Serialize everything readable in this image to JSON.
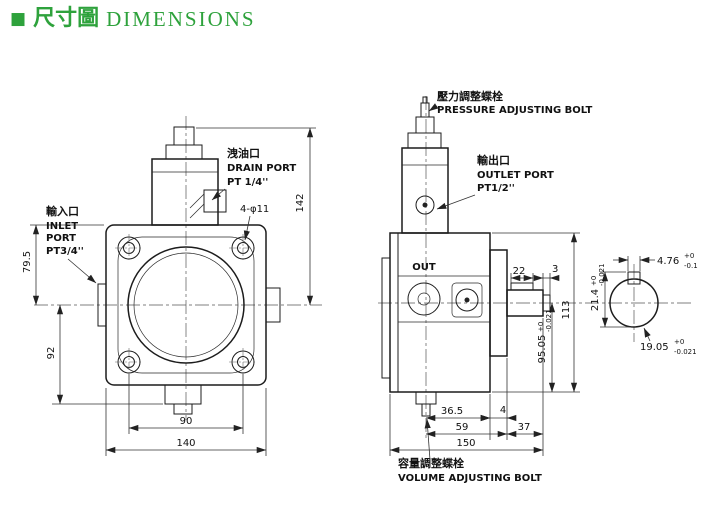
{
  "page": {
    "background": "#ffffff",
    "accent_color": "#2ea23c"
  },
  "header": {
    "bullet": "■",
    "title_cjk": "尺寸圖",
    "title_en": "DIMENSIONS"
  },
  "front_view": {
    "labels": {
      "drain_port_cjk": "洩油口",
      "drain_port_en": "DRAIN PORT",
      "drain_port_size": "PT 1/4''",
      "inlet_port_cjk": "輸入口",
      "inlet_port_en_line1": "INLET",
      "inlet_port_en_line2": "PORT",
      "inlet_port_size": "PT3/4''",
      "bolt_holes": "4-φ11"
    },
    "dims": {
      "height_to_top": "142",
      "center_to_flange_top": "79.5",
      "center_to_bottom": "92",
      "bolt_spacing": "90",
      "flange_width": "140"
    }
  },
  "side_view": {
    "labels": {
      "pressure_bolt_cjk": "壓力調整蝶栓",
      "pressure_bolt_en": "PRESSURE ADJUSTING BOLT",
      "outlet_port_cjk": "輸出口",
      "outlet_port_en": "OUTLET PORT",
      "outlet_port_size": "PT1/2''",
      "volume_bolt_cjk": "容量調整蝶栓",
      "volume_bolt_en": "VOLUME ADJUSTING BOLT",
      "out_marking": "OUT"
    },
    "dims": {
      "key_length": "22",
      "shaft_end_step": "3",
      "body_height": "113",
      "center_height": "95.05",
      "center_height_tol_upper": "+0",
      "center_height_tol_lower": "-0.021",
      "key_width": "4.76",
      "key_width_tol_upper": "+0",
      "key_width_tol_lower": "-0.1",
      "key_height": "21.4",
      "key_height_tol_upper": "+0",
      "key_height_tol_lower": "-0.021",
      "shaft_dia": "19.05",
      "shaft_dia_tol_upper": "+0",
      "shaft_dia_tol_lower": "-0.021",
      "bolt_to_face": "36.5",
      "spigot": "4",
      "bolt_to_flange": "59",
      "shaft_length": "37",
      "total_length": "150"
    }
  }
}
